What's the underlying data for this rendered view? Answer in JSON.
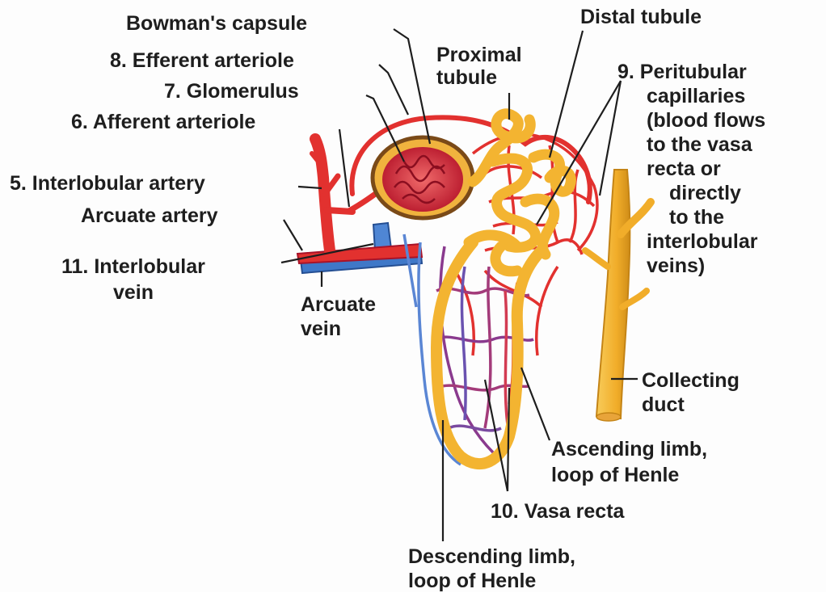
{
  "colors": {
    "artery": "#e2312f",
    "artery_dark": "#b3152a",
    "vein": "#3f78c8",
    "vein_light": "#6d9be0",
    "capillary_mix": "#8a3a8e",
    "tubule": "#f3b431",
    "tubule_dark": "#c48416",
    "capsule": "#7a4a18",
    "label": "#1e1e1e"
  },
  "labels": {
    "bowmans_capsule": "Bowman's capsule",
    "distal_tubule": "Distal tubule",
    "efferent_arteriole": "8. Efferent arteriole",
    "proximal_tubule": [
      "Proximal",
      "tubule"
    ],
    "peritubular_capillaries": [
      "9. Peritubular",
      "capillaries",
      "(blood flows",
      "to the vasa",
      "recta or",
      "directly",
      "to the",
      "interlobular",
      "veins)"
    ],
    "glomerulus": "7. Glomerulus",
    "afferent_arteriole": "6. Afferent arteriole",
    "interlobular_artery": "5. Interlobular artery",
    "arcuate_artery": "Arcuate artery",
    "interlobular_vein": [
      "11. Interlobular",
      "vein"
    ],
    "arcuate_vein": [
      "Arcuate",
      "vein"
    ],
    "collecting_duct": [
      "Collecting",
      "duct"
    ],
    "ascending_limb": [
      "Ascending limb,",
      "loop of Henle"
    ],
    "vasa_recta": "10. Vasa recta",
    "descending_limb": [
      "Descending limb,",
      "loop of Henle"
    ]
  }
}
